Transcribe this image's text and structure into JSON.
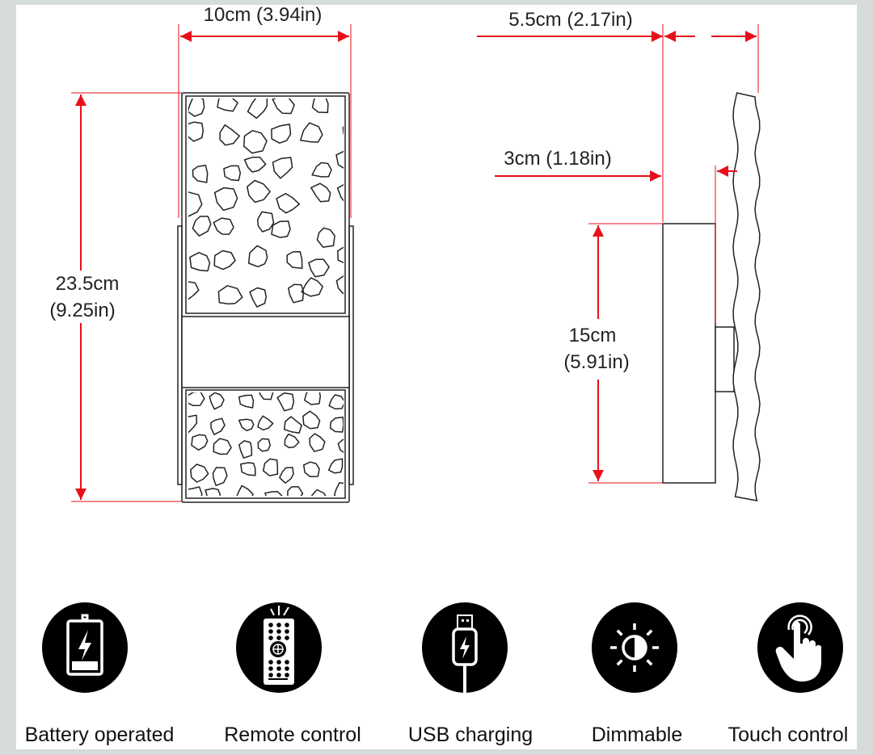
{
  "dimensions": {
    "width": "10cm (3.94in)",
    "depth": "5.5cm (2.17in)",
    "backplate_depth": "3cm (1.18in)",
    "height_cm": "23.5cm",
    "height_in": "(9.25in)",
    "backplate_height_cm": "15cm",
    "backplate_height_in": "(5.91in)"
  },
  "features": [
    {
      "label": "Battery operated",
      "icon": "battery-charging-icon"
    },
    {
      "label": "Remote control",
      "icon": "remote-control-icon"
    },
    {
      "label": "USB charging",
      "icon": "usb-charging-icon"
    },
    {
      "label": "Dimmable",
      "icon": "dimmable-icon"
    },
    {
      "label": "Touch control",
      "icon": "touch-icon"
    }
  ],
  "colors": {
    "dimension": "#e8101a",
    "line": "#222222",
    "background": "#d6dbdc"
  }
}
